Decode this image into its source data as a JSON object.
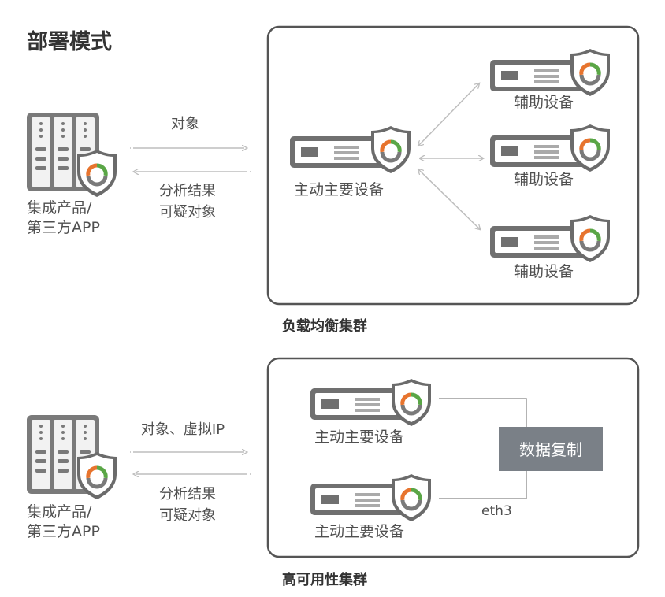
{
  "title": "部署模式",
  "colors": {
    "panel_border": "#555555",
    "text": "#505050",
    "arrow": "#bdbdbd",
    "server_body": "#707070",
    "server_gray": "#8a8a8a",
    "shield_fill": "#ffffff",
    "shield_border": "#6b6b6b",
    "logo_green": "#5aa646",
    "logo_orange": "#e7742e",
    "replication_box": "#7a8087",
    "replication_text": "#ffffff"
  },
  "load_balance": {
    "client_label_line1": "集成产品/",
    "client_label_line2": "第三方APP",
    "arrow_out_label": "对象",
    "arrow_in_label_line1": "分析结果",
    "arrow_in_label_line2": "可疑对象",
    "primary_label": "主动主要设备",
    "aux_labels": [
      "辅助设备",
      "辅助设备",
      "辅助设备"
    ],
    "caption": "负载均衡集群"
  },
  "high_availability": {
    "client_label_line1": "集成产品/",
    "client_label_line2": "第三方APP",
    "arrow_out_label": "对象、虚拟IP",
    "arrow_in_label_line1": "分析结果",
    "arrow_in_label_line2": "可疑对象",
    "device_labels": [
      "主动主要设备",
      "主动主要设备"
    ],
    "replication_label": "数据复制",
    "interface_label": "eth3",
    "caption": "高可用性集群"
  }
}
